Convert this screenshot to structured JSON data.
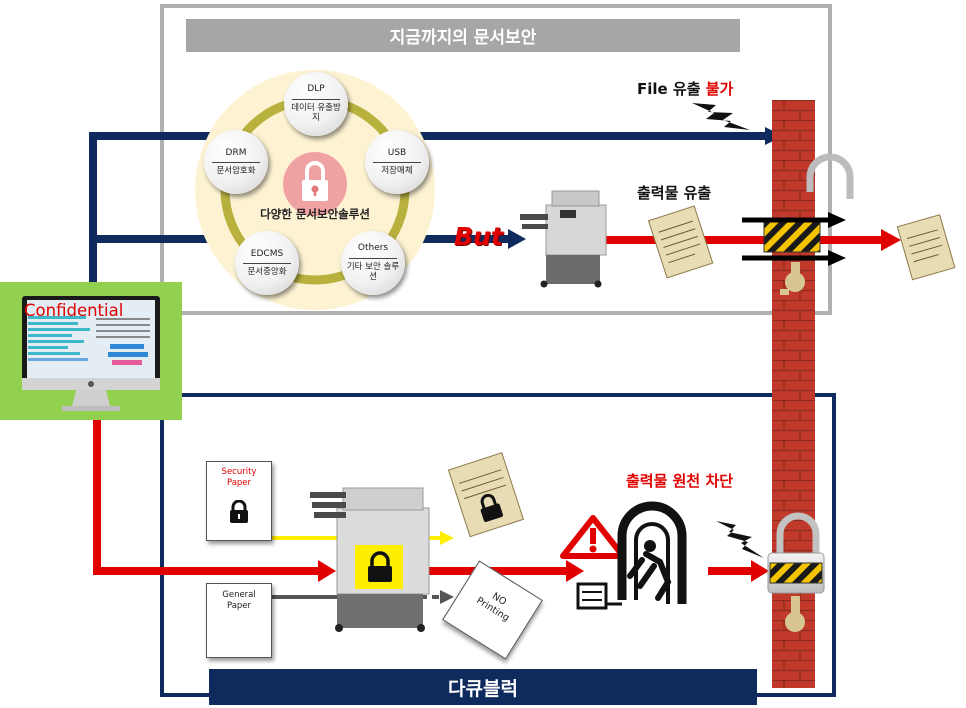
{
  "top_section": {
    "title": "지금까지의 문서보안",
    "center_label": "다양한 문서보안솔루션",
    "solutions": [
      {
        "title": "DLP",
        "desc": "데이터 유출방지"
      },
      {
        "title": "USB",
        "desc": "저장매체"
      },
      {
        "title": "Others",
        "desc": "기타 보안 솔루션"
      },
      {
        "title": "EDCMS",
        "desc": "문서중앙화"
      },
      {
        "title": "DRM",
        "desc": "문서암호화"
      }
    ],
    "file_leak_label": "File 유출 ",
    "file_leak_label_red": "불가",
    "print_leak_label": "출력물 유출",
    "but_label": "But"
  },
  "source": {
    "label": "Confidential"
  },
  "bottom_section": {
    "title": "다큐블럭",
    "security_paper_label": "Security Paper",
    "general_paper_label": "General Paper",
    "no_printing_label": "NO Printing",
    "block_label": "출력물 원천 차단"
  },
  "colors": {
    "navy": "#0f2a5c",
    "red": "#e00000",
    "brick": "#c0392b",
    "gray_bar": "#a6a6a6",
    "green_panel": "#92d050",
    "yellow": "#ffee00"
  }
}
